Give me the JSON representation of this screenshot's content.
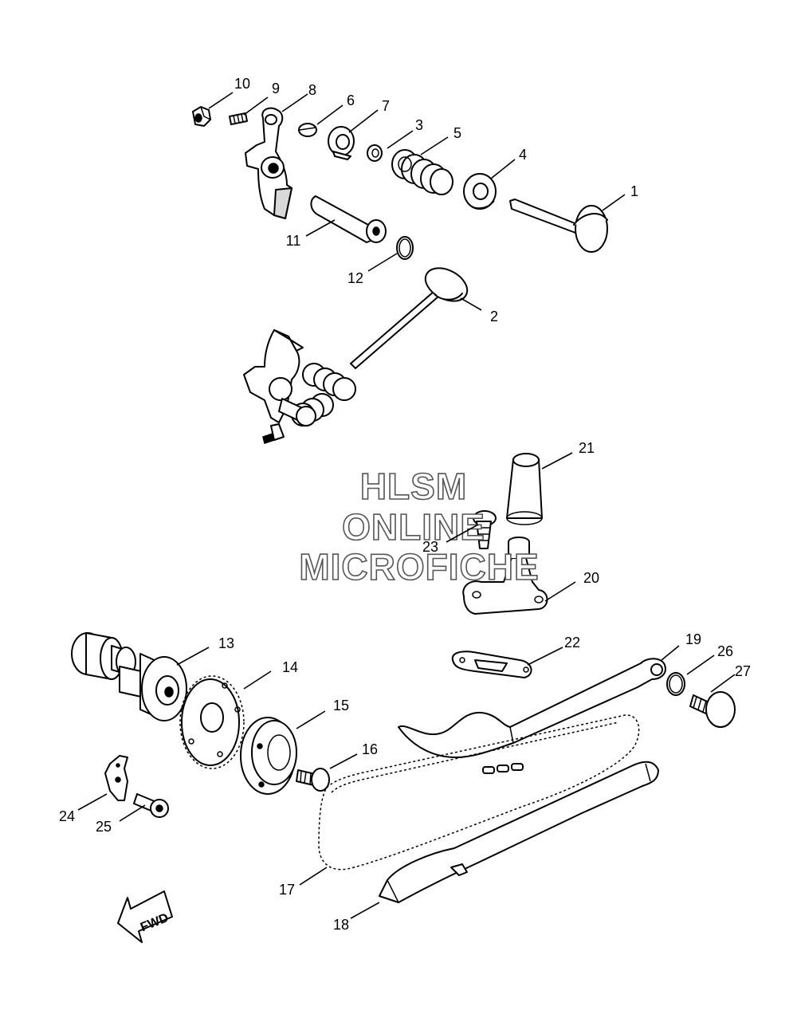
{
  "watermark": {
    "line1": "HLSM",
    "line2": "ONLINE",
    "line3": "MICROFICHE"
  },
  "direction_arrow": {
    "label": "FWD",
    "icon": "fwd-arrow-icon"
  },
  "callouts": [
    {
      "id": "1",
      "label": "1"
    },
    {
      "id": "2",
      "label": "2"
    },
    {
      "id": "3",
      "label": "3"
    },
    {
      "id": "4",
      "label": "4"
    },
    {
      "id": "5",
      "label": "5"
    },
    {
      "id": "6",
      "label": "6"
    },
    {
      "id": "7",
      "label": "7"
    },
    {
      "id": "8",
      "label": "8"
    },
    {
      "id": "9",
      "label": "9"
    },
    {
      "id": "10",
      "label": "10"
    },
    {
      "id": "11",
      "label": "11"
    },
    {
      "id": "12",
      "label": "12"
    },
    {
      "id": "13",
      "label": "13"
    },
    {
      "id": "14",
      "label": "14"
    },
    {
      "id": "15",
      "label": "15"
    },
    {
      "id": "16",
      "label": "16"
    },
    {
      "id": "17",
      "label": "17"
    },
    {
      "id": "18",
      "label": "18"
    },
    {
      "id": "19",
      "label": "19"
    },
    {
      "id": "20",
      "label": "20"
    },
    {
      "id": "21",
      "label": "21"
    },
    {
      "id": "22",
      "label": "22"
    },
    {
      "id": "23",
      "label": "23"
    },
    {
      "id": "24",
      "label": "24"
    },
    {
      "id": "25",
      "label": "25"
    },
    {
      "id": "26",
      "label": "26"
    },
    {
      "id": "27",
      "label": "27"
    }
  ]
}
